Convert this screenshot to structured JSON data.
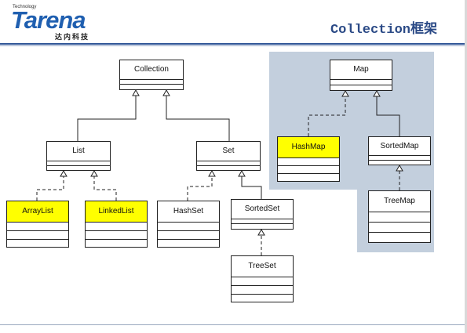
{
  "header": {
    "logo_tag": "Technology",
    "logo_word": "Tarena",
    "logo_cn": "达内科技",
    "title": "Collection框架"
  },
  "classes": {
    "collection": "Collection",
    "list": "List",
    "set": "Set",
    "arraylist": "ArrayList",
    "linkedlist": "LinkedList",
    "hashset": "HashSet",
    "sortedset": "SortedSet",
    "treeset": "TreeSet",
    "map": "Map",
    "hashmap": "HashMap",
    "sortedmap": "SortedMap",
    "treemap": "TreeMap"
  },
  "colors": {
    "highlight": "#ffff00",
    "map_panel": "#c3cfdd",
    "title": "#2b4a86",
    "logo": "#1f5fb0"
  },
  "highlighted": [
    "arraylist",
    "linkedlist",
    "hashmap"
  ]
}
